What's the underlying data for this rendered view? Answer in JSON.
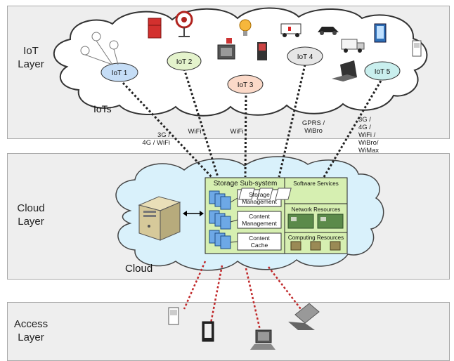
{
  "layers": {
    "iot": [
      "IoT",
      "Layer"
    ],
    "cloud": [
      "Cloud",
      "Layer"
    ],
    "access": [
      "Access",
      "Layer"
    ]
  },
  "labels": {
    "iots": "IoTs",
    "cloud": "Cloud"
  },
  "iot_nodes": [
    "IoT 1",
    "IoT 2",
    "IoT 3",
    "IoT 4",
    "IoT 5"
  ],
  "connections": {
    "c1": [
      "3G /",
      "4G / WiFi"
    ],
    "c2": [
      "WiFi"
    ],
    "c3": [
      "WiFi"
    ],
    "c4": [
      "GPRS /",
      "WiBro"
    ],
    "c5": [
      "3G /",
      "4G /",
      "WiFi /",
      "WiBro/",
      "WiMax"
    ]
  },
  "storage": {
    "title": "Storage Sub-system",
    "modules": [
      [
        "Storage",
        "Management"
      ],
      [
        "Content",
        "Management"
      ],
      [
        "Content",
        "Cache"
      ]
    ]
  },
  "resources": {
    "software": "Software Services",
    "network": "Network Resources",
    "computing": "Computing Resources"
  },
  "colors": {
    "layer_bg": "#eeeeee",
    "cloud_fill": "#d9f1fb",
    "subsystem_fill": "#d6efb1",
    "node_iot1": "#c5ddf6",
    "node_iot2": "#e4f3cc",
    "node_iot3": "#fbd9c8",
    "node_iot4": "#e6e6e6",
    "node_iot5": "#c9efee",
    "access_link": "#c0282a"
  }
}
